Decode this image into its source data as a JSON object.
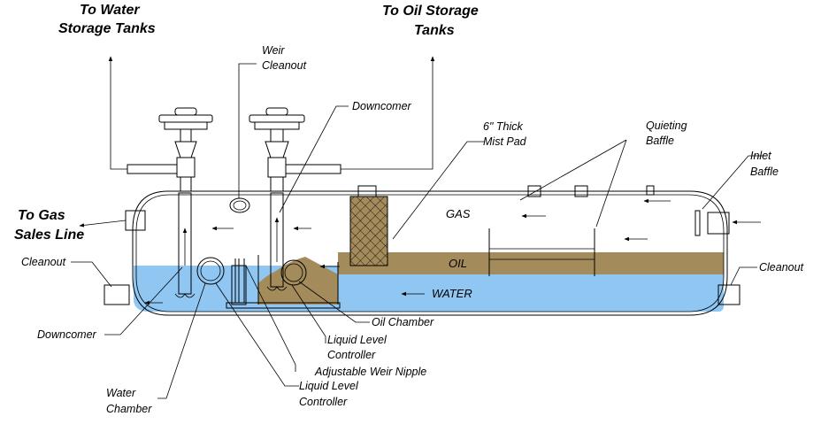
{
  "labels": {
    "to_water_1": "To Water",
    "to_water_2": "Storage Tanks",
    "to_oil_1": "To Oil Storage",
    "to_oil_2": "Tanks",
    "weir_cleanout_1": "Weir",
    "weir_cleanout_2": "Cleanout",
    "downcomer_top": "Downcomer",
    "mist_pad_1": "6\" Thick",
    "mist_pad_2": "Mist Pad",
    "quieting_1": "Quieting",
    "quieting_2": "Baffle",
    "inlet_1": "Inlet",
    "inlet_2": "Baffle",
    "to_gas_1": "To Gas",
    "to_gas_2": "Sales Line",
    "cleanout_left": "Cleanout",
    "cleanout_right": "Cleanout",
    "gas": "GAS",
    "oil": "OIL",
    "water": "WATER",
    "oil_chamber": "Oil Chamber",
    "llc_upper_1": "Liquid Level",
    "llc_upper_2": "Controller",
    "adjustable_weir": "Adjustable Weir Nipple",
    "llc_lower_1": "Liquid Level",
    "llc_lower_2": "Controller",
    "downcomer_left": "Downcomer",
    "water_chamber_1": "Water",
    "water_chamber_2": "Chamber"
  },
  "colors": {
    "water": "#8fc6f2",
    "oil": "#a38b5b",
    "mist_pad": "#a38b5b"
  }
}
